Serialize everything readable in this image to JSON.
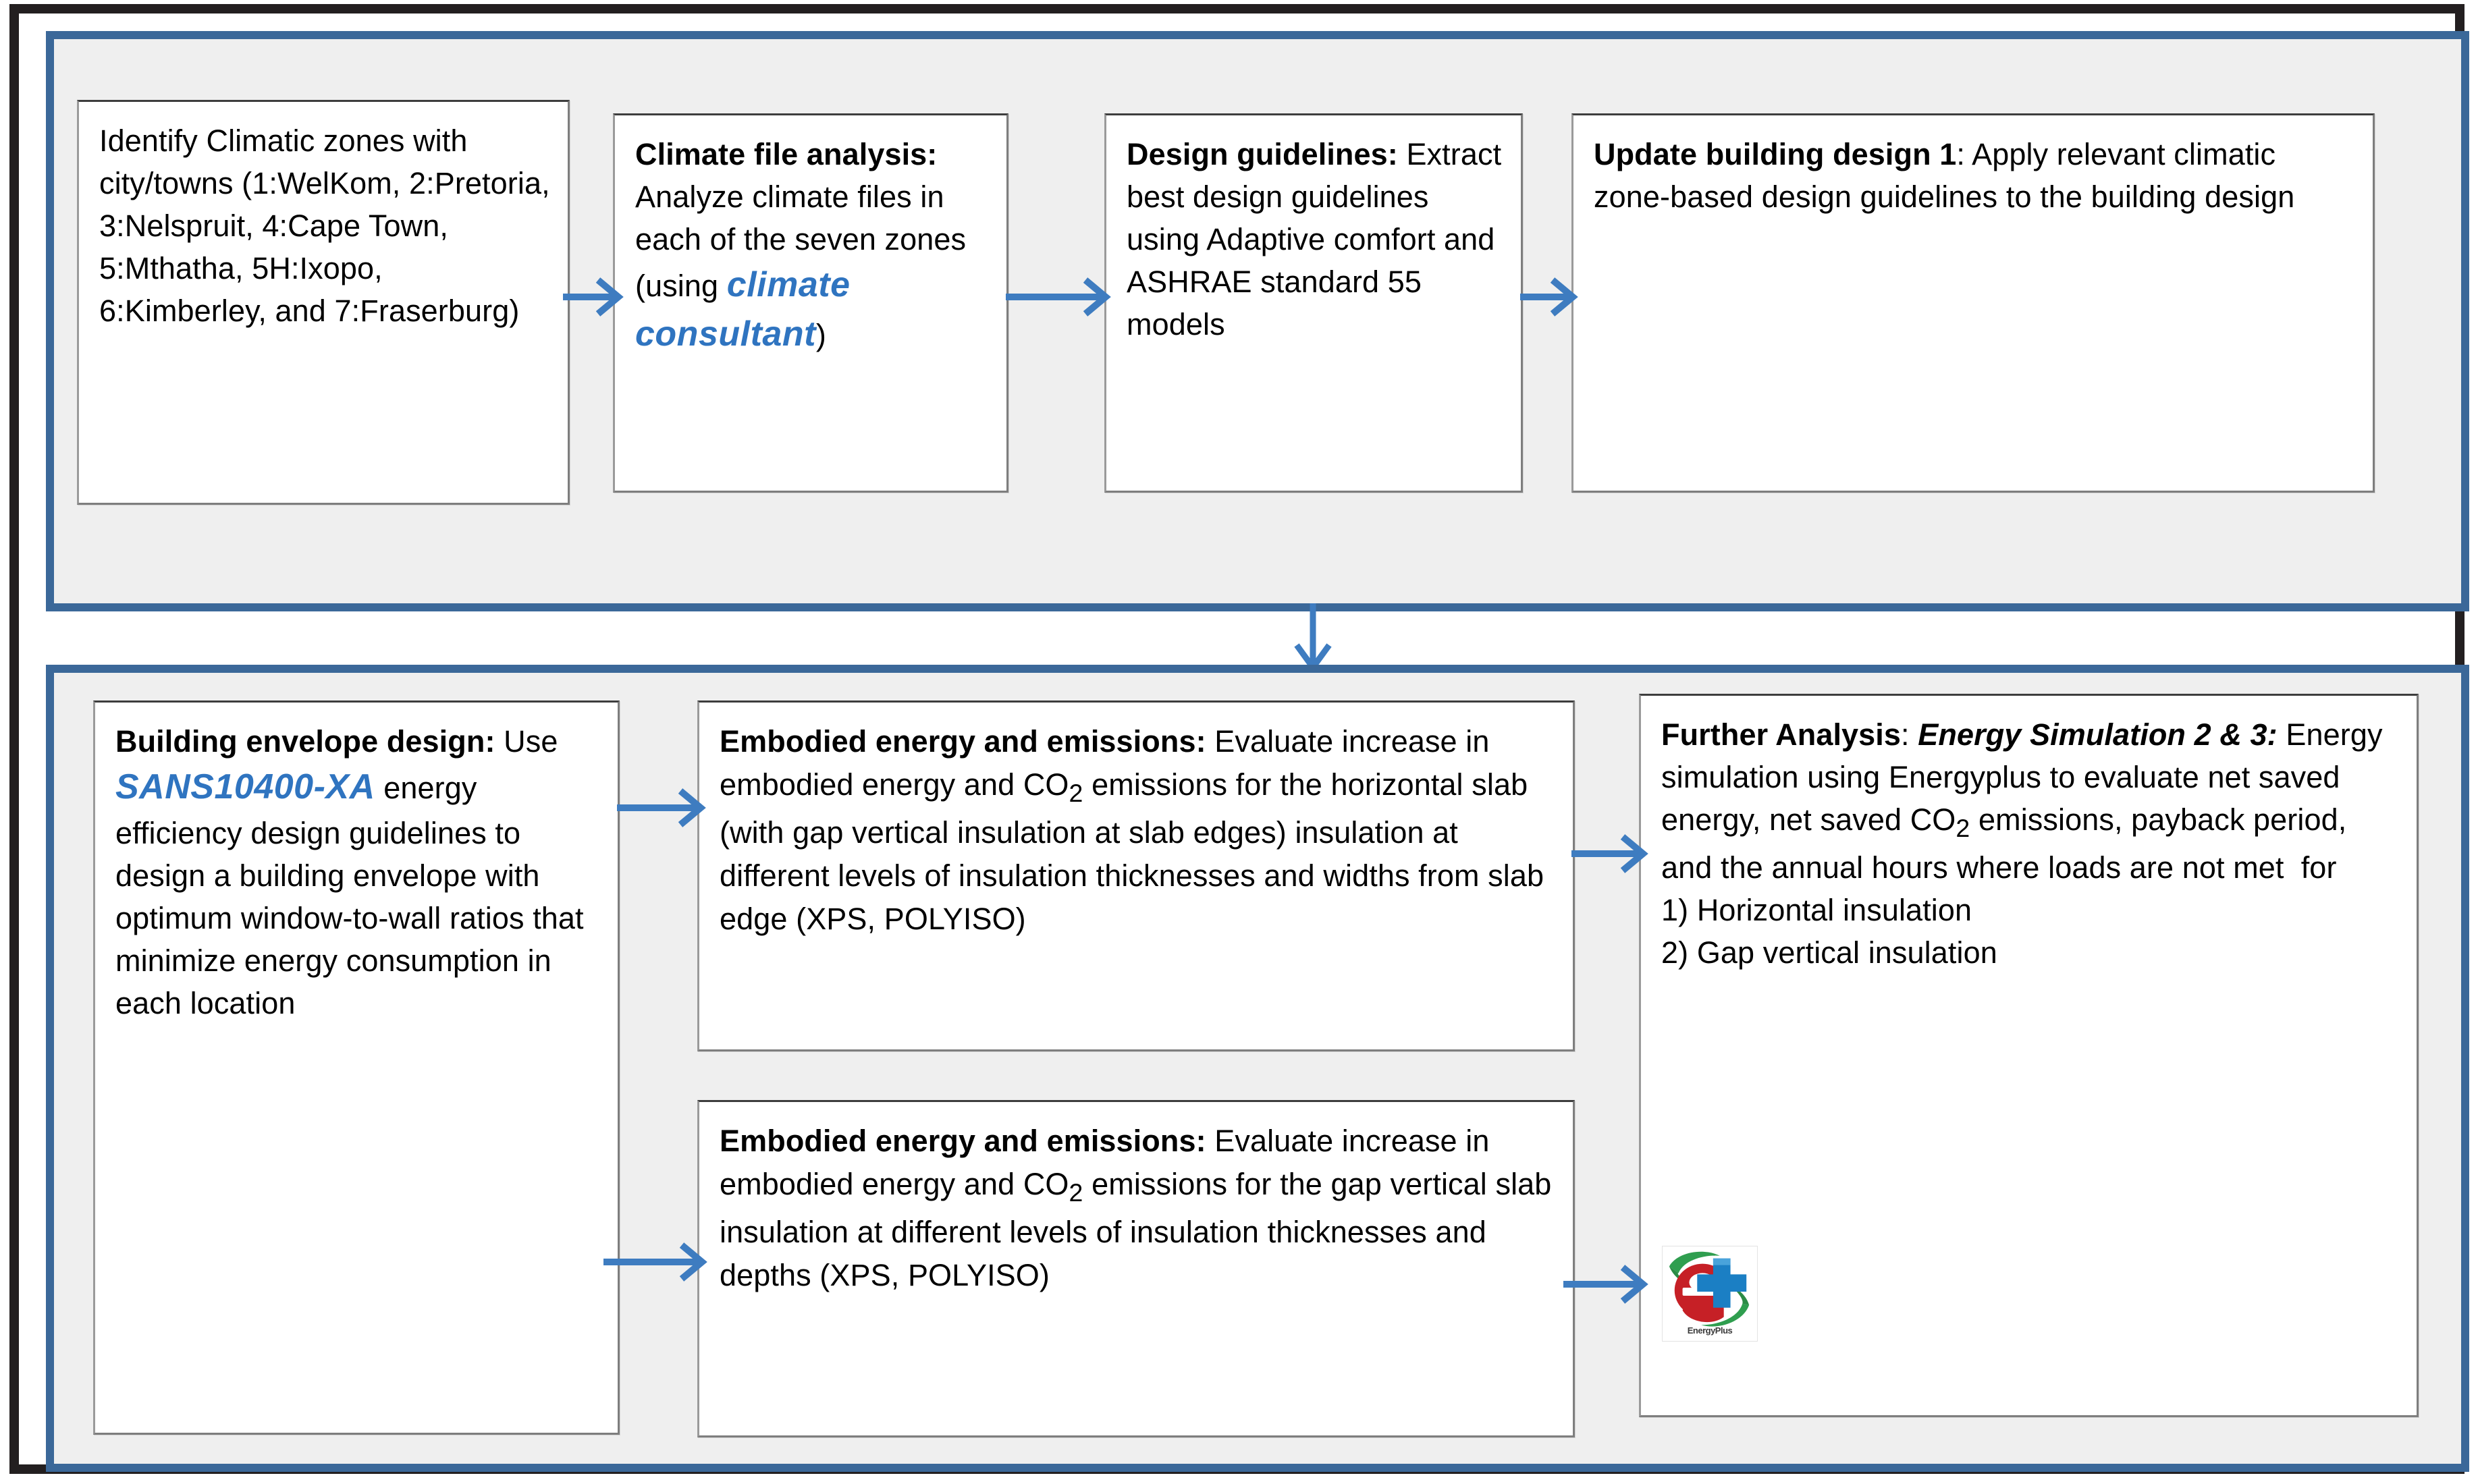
{
  "figure": {
    "type": "flowchart",
    "accent_blue": "#3b6899",
    "arrow_blue": "#3e7cc0",
    "brand_blue": "#2f74c0",
    "panel_background": "#efefef",
    "outer_border": "#231f20"
  },
  "top_panel": {
    "boxes": [
      {
        "id": "identify-climatic-zones",
        "lead": "",
        "body": "Identify Climatic zones with city/towns (1:WelKom, 2:Pretoria, 3:Nelspruit, 4:Cape Town, 5:Mthatha, 5H:Ixopo, 6:Kimberley, and 7:Fraserburg)"
      },
      {
        "id": "climate-file-analysis",
        "lead": "Climate file analysis:",
        "body": " Analyze climate files in each of the seven zones (using ",
        "brand": "climate consultant",
        "tail": ")"
      },
      {
        "id": "design-guidelines",
        "lead": "Design guidelines:",
        "body": " Extract best design guidelines using Adaptive comfort and ASHRAE standard 55 models"
      },
      {
        "id": "update-building-design",
        "lead": "Update building design 1",
        "body": ": Apply relevant climatic zone-based design guidelines to the building design"
      }
    ]
  },
  "bottom_panel": {
    "boxes": [
      {
        "id": "building-envelope-design",
        "lead": "Building envelope design:",
        "body_pre": " Use ",
        "brand": "SANS10400-XA",
        "body_post": " energy efficiency design guidelines to design a building envelope with optimum window-to-wall ratios that minimize energy consumption in each location"
      },
      {
        "id": "embodied-energy-horizontal",
        "lead": "Embodied energy and emissions:",
        "body_a": " Evaluate increase in embodied energy and CO",
        "sub": "2",
        "body_b": " emissions for the horizontal slab (with gap vertical insulation at slab edges) insulation at different levels of insulation thicknesses and widths from slab edge (XPS, POLYISO)"
      },
      {
        "id": "embodied-energy-gap-vertical",
        "lead": "Embodied energy and emissions:",
        "body_a": " Evaluate increase in embodied energy and CO",
        "sub": "2",
        "body_b": " emissions for the gap vertical slab insulation at different levels of insulation thicknesses and depths (XPS, POLYISO)"
      },
      {
        "id": "further-analysis",
        "lead": "Further Analysis",
        "lead_tail": ": ",
        "emphasis": "Energy Simulation 2 & 3:",
        "body_a": " Energy simulation using Energyplus to evaluate net saved energy, net saved CO",
        "sub": "2",
        "body_b": " emissions, payback period, and the annual hours where loads are not met  for",
        "list": [
          "1) Horizontal insulation",
          "2) Gap vertical insulation"
        ],
        "logo_label": "EnergyPlus"
      }
    ]
  },
  "connectors": [
    {
      "id": "arrow-zones-to-climatefile",
      "direction": "right"
    },
    {
      "id": "arrow-climatefile-to-guides",
      "direction": "right"
    },
    {
      "id": "arrow-guides-to-update",
      "direction": "right"
    },
    {
      "id": "arrow-top-to-bottom-panel",
      "direction": "down"
    },
    {
      "id": "arrow-envelope-to-horizontal",
      "direction": "right"
    },
    {
      "id": "arrow-envelope-to-gap",
      "direction": "right"
    },
    {
      "id": "arrow-horizontal-to-further",
      "direction": "right"
    },
    {
      "id": "arrow-gap-to-further",
      "direction": "right"
    }
  ]
}
